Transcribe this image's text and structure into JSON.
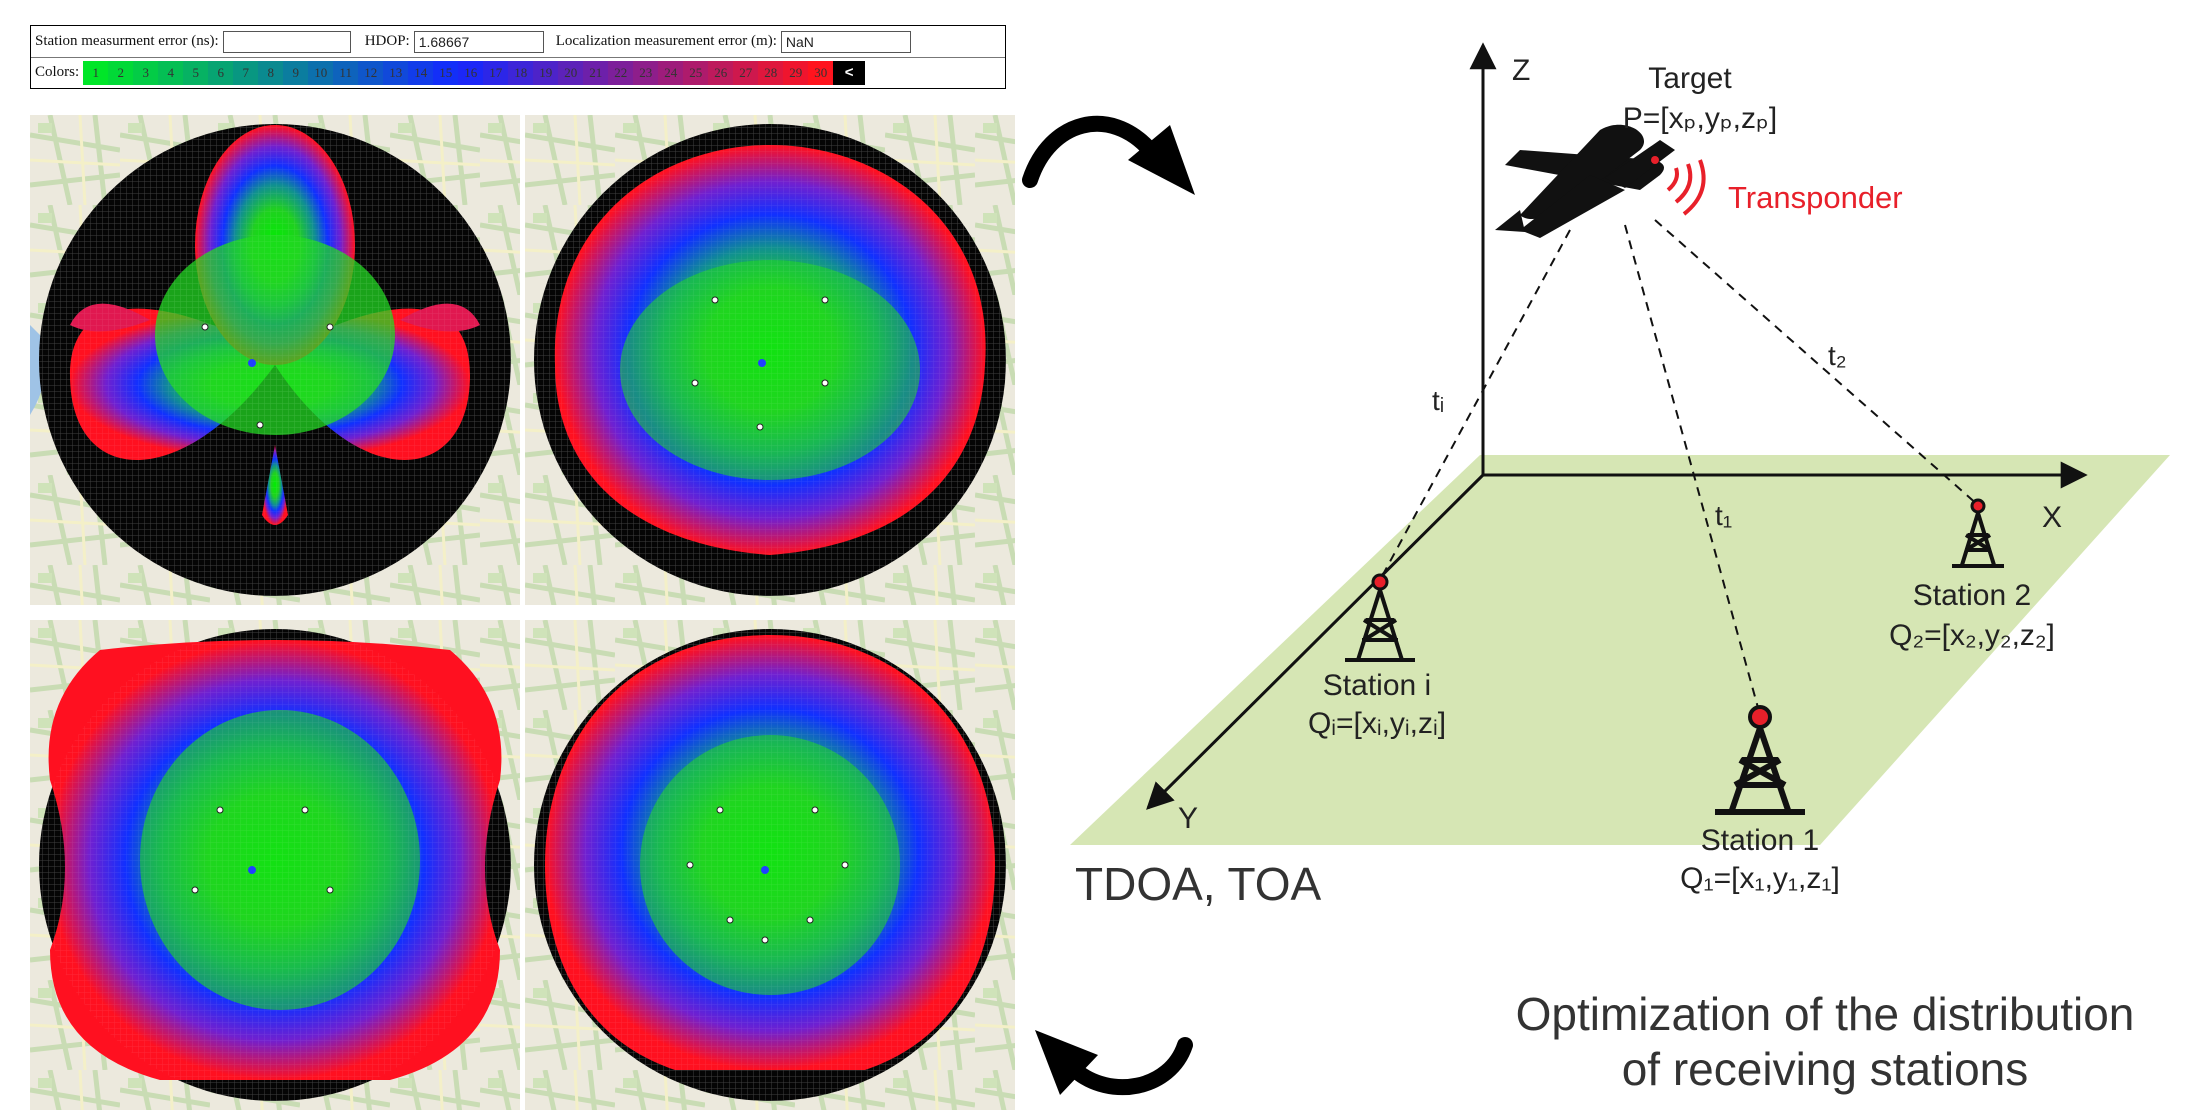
{
  "toolbar": {
    "station_error_label": "Station measurment error (ns):",
    "station_error_value": "",
    "hdop_label": "HDOP:",
    "hdop_value": "1.68667",
    "loc_error_label": "Localization measurement error (m):",
    "loc_error_value": "NaN",
    "colors_label": "Colors:",
    "color_steps": [
      "1",
      "2",
      "3",
      "4",
      "5",
      "6",
      "7",
      "8",
      "9",
      "10",
      "11",
      "12",
      "13",
      "14",
      "15",
      "16",
      "17",
      "18",
      "19",
      "20",
      "21",
      "22",
      "23",
      "24",
      "25",
      "26",
      "27",
      "28",
      "29",
      "30"
    ],
    "back_button": "<"
  },
  "diagram": {
    "axis_z": "Z",
    "axis_x": "X",
    "axis_y": "Y",
    "target_title": "Target",
    "target_coord": "P=[xₚ,yₚ,zₚ]",
    "transponder": "Transponder",
    "station_i_name": "Station i",
    "station_i_coord": "Qᵢ=[xᵢ,yᵢ,zᵢ]",
    "station_1_name": "Station 1",
    "station_1_coord": "Q₁=[x₁,y₁,z₁]",
    "station_2_name": "Station 2",
    "station_2_coord": "Q₂=[x₂,y₂,z₂]",
    "t_i": "tᵢ",
    "t_1": "t₁",
    "t_2": "t₂",
    "method": "TDOA, TOA",
    "caption_line1": "Optimization of the distribution",
    "caption_line2": "of receiving stations"
  },
  "colors": {
    "plane": "#d6e6b4",
    "transponder": "#e8202a",
    "heat_low": "#00e800",
    "heat_mid": "#0030ff",
    "heat_high": "#ff1010"
  }
}
